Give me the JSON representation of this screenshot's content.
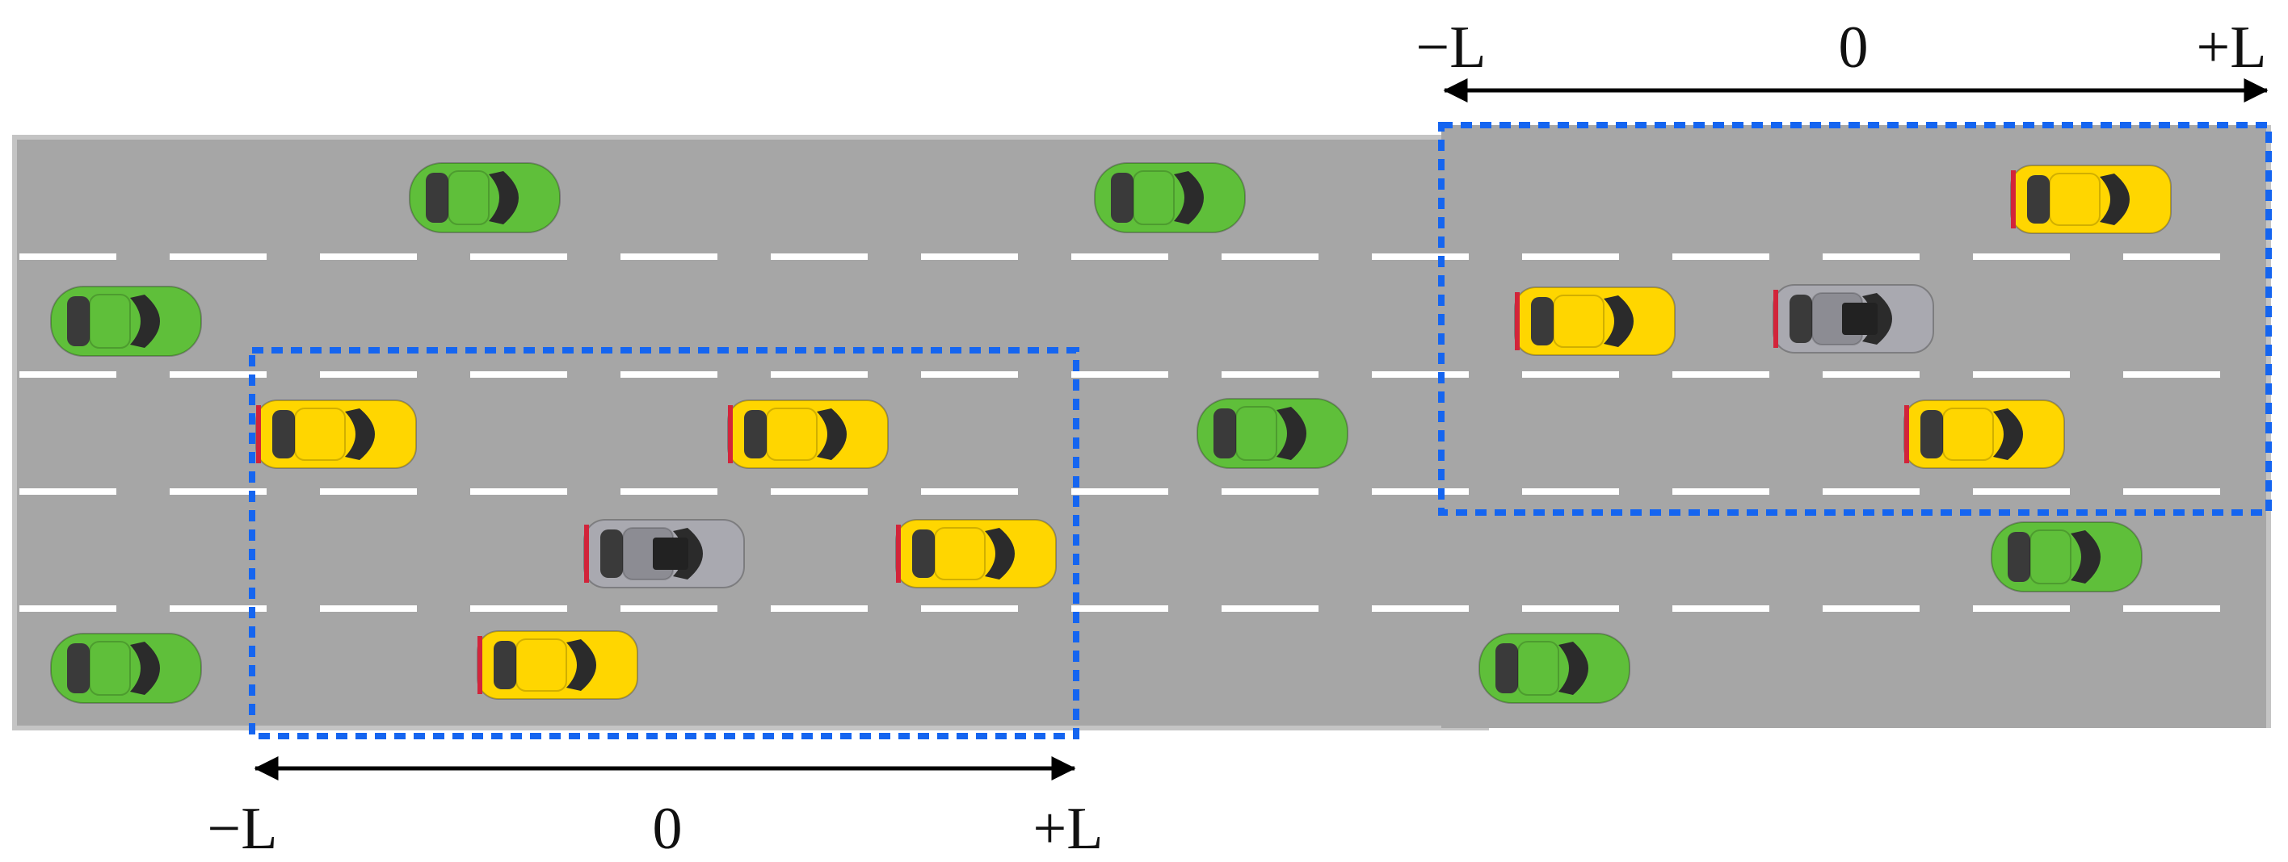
{
  "colors": {
    "road": "#a6a6a6",
    "road_edge": "#c4c4c4",
    "lane_mark": "#ffffff",
    "window_box": "#1565f0",
    "arrow": "#000000",
    "car_green": "#5fbf3a",
    "car_yellow": "#ffd600",
    "car_ego": "#a9a9b0"
  },
  "windows": [
    {
      "name": "window-left",
      "labels": {
        "minus": "−L",
        "zero": "0",
        "plus": "+L"
      }
    },
    {
      "name": "window-right",
      "labels": {
        "minus": "−L",
        "zero": "0",
        "plus": "+L"
      }
    }
  ],
  "vehicles": {
    "legend_free": true,
    "types": [
      "green-car",
      "yellow-car",
      "gray-ego-car"
    ]
  }
}
